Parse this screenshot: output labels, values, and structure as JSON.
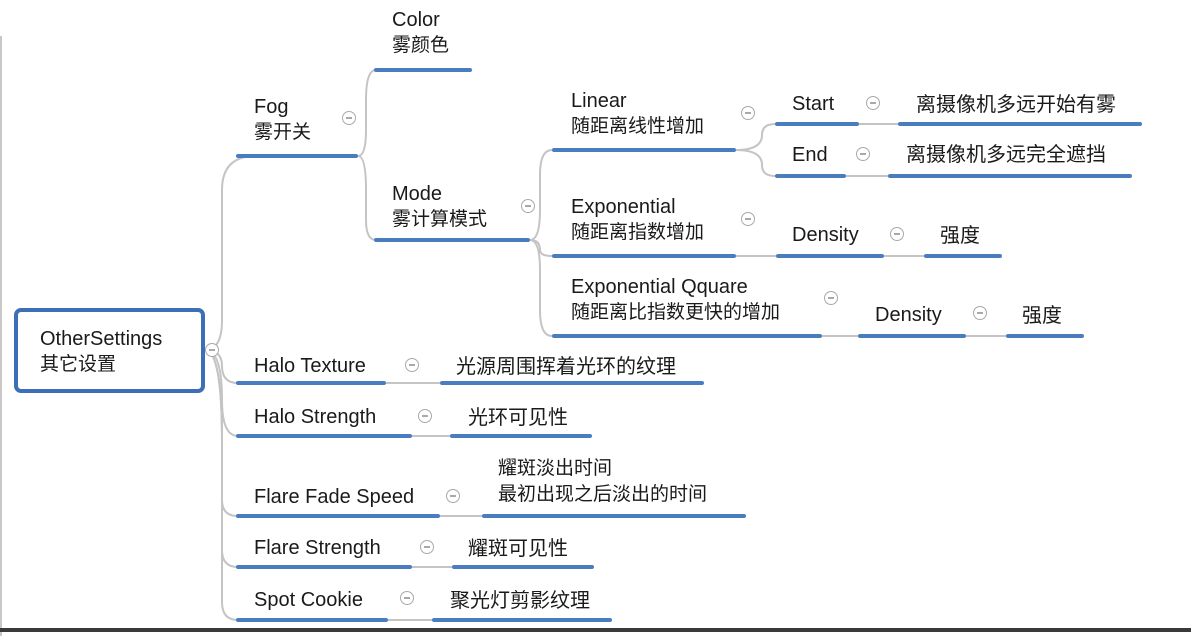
{
  "root": {
    "title": "OtherSettings",
    "subtitle": "其它设置"
  },
  "fog": {
    "title": "Fog",
    "subtitle": "雾开关"
  },
  "color": {
    "title": "Color",
    "subtitle": "雾颜色"
  },
  "mode": {
    "title": "Mode",
    "subtitle": "雾计算模式"
  },
  "linear": {
    "title": "Linear",
    "subtitle": "随距离线性增加"
  },
  "start": {
    "title": "Start",
    "desc": "离摄像机多远开始有雾"
  },
  "end": {
    "title": "End",
    "desc": "离摄像机多远完全遮挡"
  },
  "exponential": {
    "title": "Exponential",
    "subtitle": "随距离指数增加",
    "density": "Density",
    "density_desc": "强度"
  },
  "exponential_sq": {
    "title": "Exponential Qquare",
    "subtitle": "随距离比指数更快的增加",
    "density": "Density",
    "density_desc": "强度"
  },
  "halo_texture": {
    "title": "Halo Texture",
    "desc": "光源周围挥着光环的纹理"
  },
  "halo_strength": {
    "title": "Halo Strength",
    "desc": "光环可见性"
  },
  "flare_fade": {
    "title": "Flare Fade Speed",
    "desc1": "耀斑淡出时间",
    "desc2": "最初出现之后淡出的时间"
  },
  "flare_strength": {
    "title": "Flare Strength",
    "desc": "耀斑可见性"
  },
  "spot_cookie": {
    "title": "Spot Cookie",
    "desc": "聚光灯剪影纹理"
  }
}
